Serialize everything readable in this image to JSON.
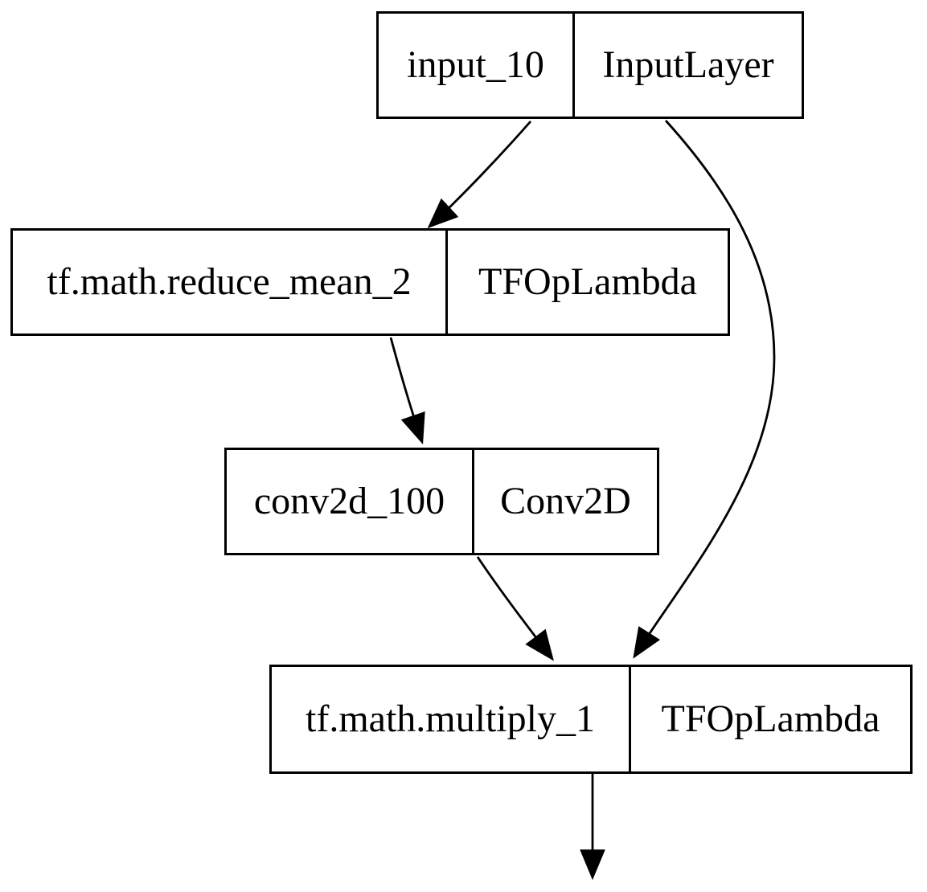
{
  "diagram": {
    "kind": "keras-model-layer-graph",
    "background_color": "#ffffff",
    "node_fill_color": "#ffffff",
    "node_border_color": "#000000",
    "edge_color": "#000000",
    "text_color": "#000000",
    "nodes": [
      {
        "name": "input_10",
        "type": "InputLayer"
      },
      {
        "name": "tf.math.reduce_mean_2",
        "type": "TFOpLambda"
      },
      {
        "name": "conv2d_100",
        "type": "Conv2D"
      },
      {
        "name": "tf.math.multiply_1",
        "type": "TFOpLambda"
      }
    ],
    "edges": [
      {
        "from": "input_10",
        "to": "tf.math.reduce_mean_2"
      },
      {
        "from": "input_10",
        "to": "tf.math.multiply_1"
      },
      {
        "from": "tf.math.reduce_mean_2",
        "to": "conv2d_100"
      },
      {
        "from": "conv2d_100",
        "to": "tf.math.multiply_1"
      },
      {
        "from": "tf.math.multiply_1",
        "to": null,
        "note": "arrow continues below visible area"
      }
    ]
  }
}
